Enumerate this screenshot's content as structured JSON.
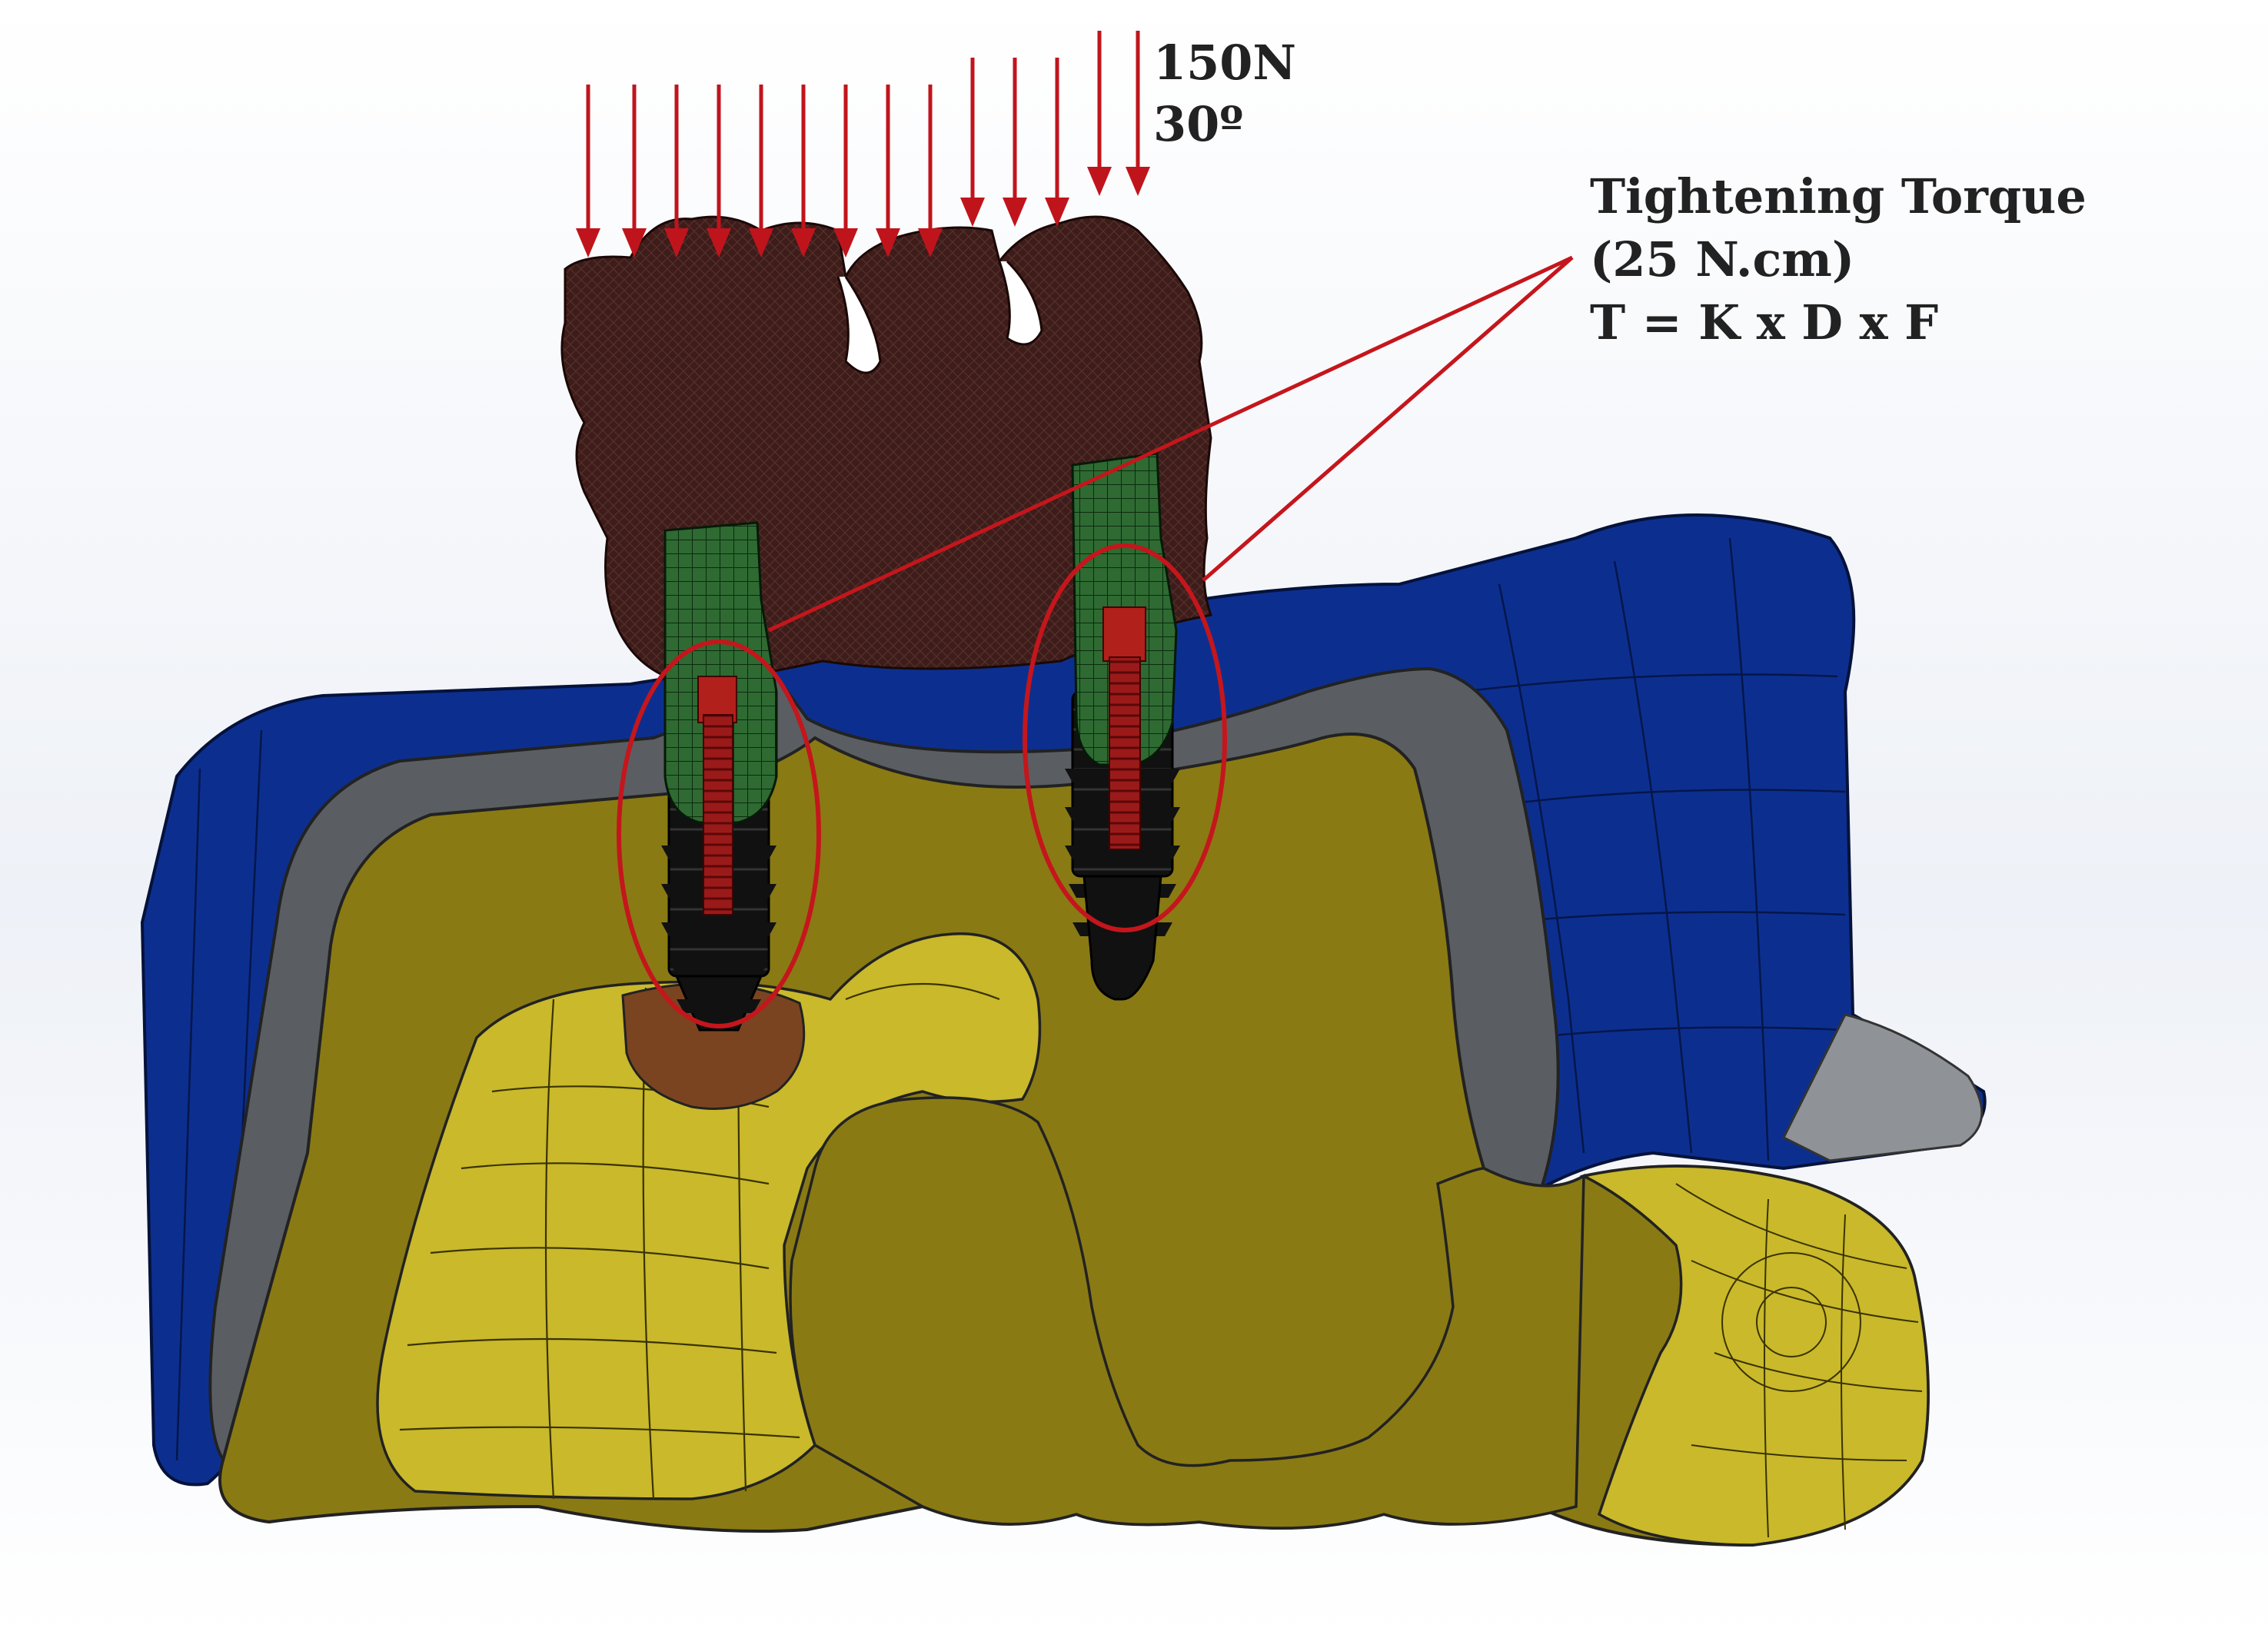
{
  "load": {
    "force": "150N",
    "angle": "30º"
  },
  "torque": {
    "title": "Tightening Torque",
    "value": "(25 N.cm)",
    "formula": "T = K x D x F"
  },
  "colors": {
    "load_arrow": "#c0141c",
    "crown": "#3a1a18",
    "gingiva": "#0c2f8f",
    "cortical_bone": "#5a5e62",
    "trabecular_bone": "#8a7a14",
    "implant": "#111111",
    "abutment": "#2e6a32",
    "screw": "#9a1a1a",
    "highlight_ring": "#c4161c",
    "graft": "#7a4420"
  }
}
